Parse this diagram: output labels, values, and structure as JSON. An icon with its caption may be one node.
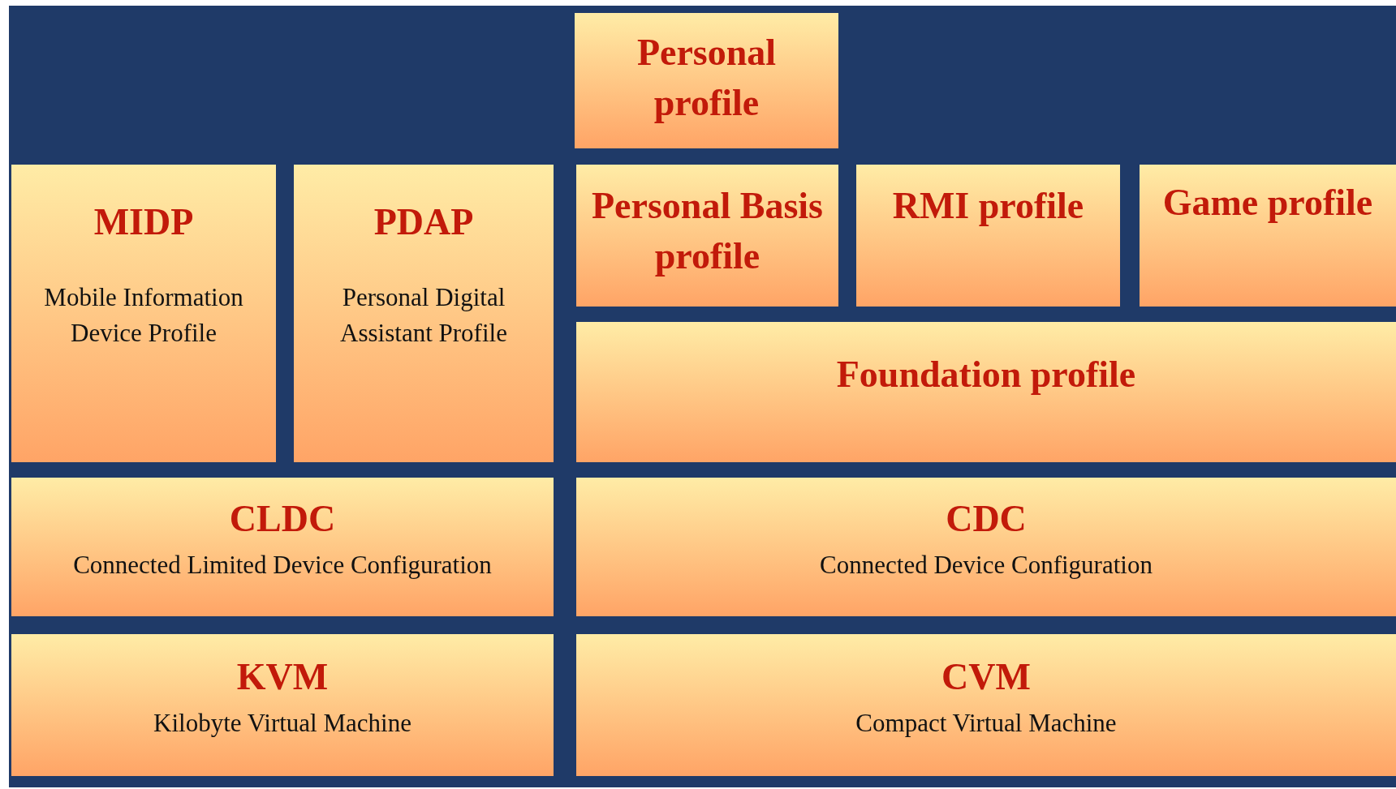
{
  "diagram": {
    "nodes": [
      {
        "text": [
          "Personal profile"
        ]
      },
      {
        "text": [
          "MIDP",
          "Mobile Information Device Profile"
        ]
      },
      {
        "text": [
          "PDAP",
          "Personal Digital Assistant Profile"
        ]
      },
      {
        "text": [
          "Personal Basis profile"
        ]
      },
      {
        "text": [
          "RMI profile"
        ]
      },
      {
        "text": [
          "Game profile"
        ]
      },
      {
        "text": [
          "Foundation profile"
        ]
      },
      {
        "text": [
          "CLDC",
          "Connected Limited Device Configuration"
        ]
      },
      {
        "text": [
          "CDC",
          "Connected Device Configuration"
        ]
      },
      {
        "text": [
          "KVM",
          "Kilobyte Virtual Machine"
        ]
      },
      {
        "text": [
          "CVM",
          "Compact Virtual Machine"
        ]
      }
    ]
  }
}
